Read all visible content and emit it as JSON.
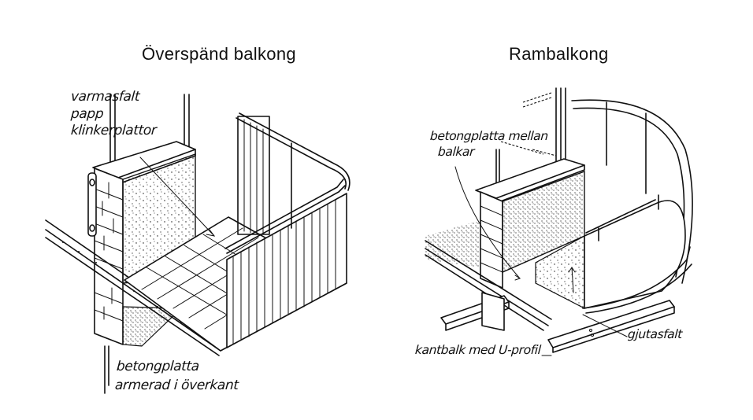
{
  "left_panel": {
    "title": "Överspänd balkong",
    "labels": {
      "layer_1": "varmasfalt",
      "layer_2": "papp",
      "layer_3": "klinkerplattor",
      "slab_1": "betongplatta",
      "slab_2": "armerad i överkant"
    }
  },
  "right_panel": {
    "title": "Rambalkong",
    "labels": {
      "slab_1": "betongplatta mellan",
      "slab_2": "balkar",
      "asphalt": "gjutasfalt",
      "edge_beam": "kantbalk med U-profil"
    }
  },
  "colors": {
    "ink": "#111111",
    "paper": "#ffffff"
  }
}
